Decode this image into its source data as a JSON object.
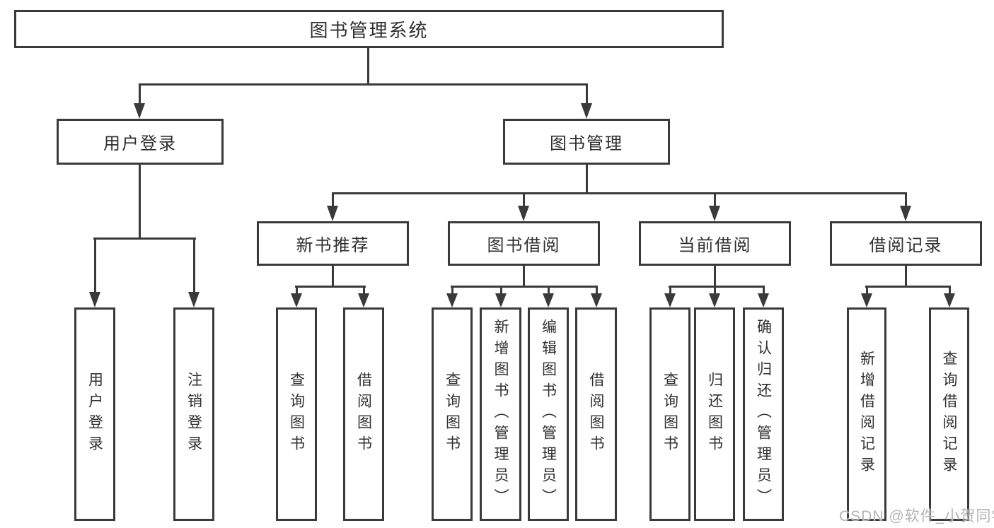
{
  "tree": {
    "label": "图书管理系统",
    "children": [
      {
        "label": "用户登录",
        "children": [
          {
            "label": "用户登录"
          },
          {
            "label": "注销登录"
          }
        ]
      },
      {
        "label": "图书管理",
        "children": [
          {
            "label": "新书推荐",
            "children": [
              {
                "label": "查询图书"
              },
              {
                "label": "借阅图书"
              }
            ]
          },
          {
            "label": "图书借阅",
            "children": [
              {
                "label": "查询图书"
              },
              {
                "label": "新增图书（管理员）"
              },
              {
                "label": "编辑图书（管理员）"
              },
              {
                "label": "借阅图书"
              }
            ]
          },
          {
            "label": "当前借阅",
            "children": [
              {
                "label": "查询图书"
              },
              {
                "label": "归还图书"
              },
              {
                "label": "确认归还（管理员）"
              }
            ]
          },
          {
            "label": "借阅记录",
            "children": [
              {
                "label": "新增借阅记录"
              },
              {
                "label": "查询借阅记录"
              }
            ]
          }
        ]
      }
    ]
  },
  "watermark": "CSDN @软件_小贺同学",
  "colors": {
    "line": "#3a3a3a",
    "text": "#2f2f2f",
    "watermark": "#b4b4b4",
    "background": "#ffffff"
  }
}
